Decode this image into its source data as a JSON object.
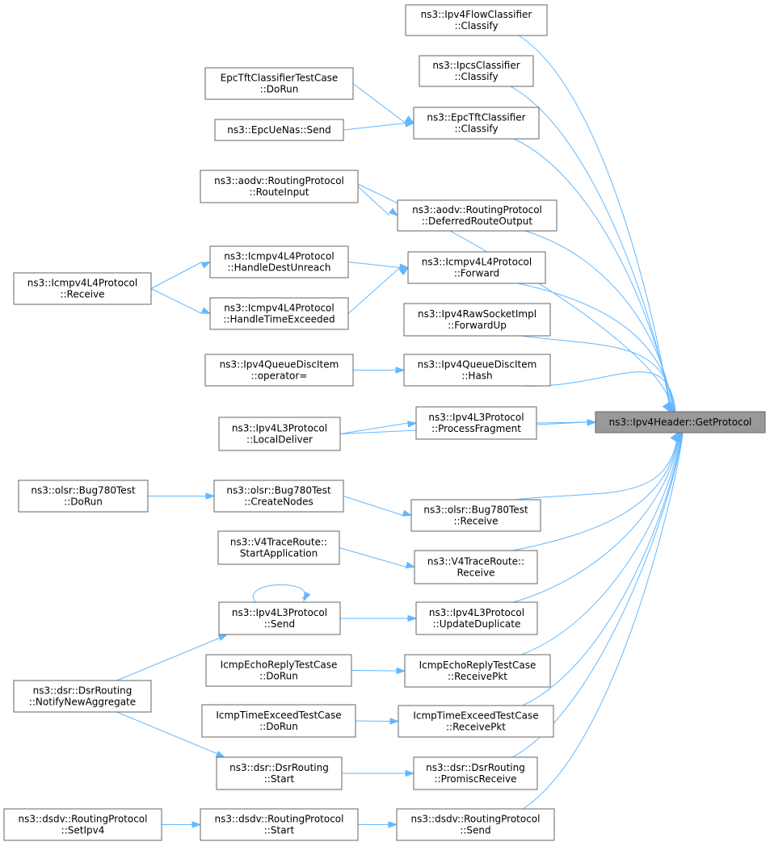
{
  "colors": {
    "edge": "#63b8ff",
    "root_fill": "#999999",
    "node_border": "#666666",
    "node_fill": "#ffffff"
  },
  "root": {
    "id": "getProtocol",
    "lines": [
      "ns3::Ipv4Header::GetProtocol"
    ]
  },
  "nodes": [
    {
      "id": "ipv4FlowClassify",
      "lines": [
        "ns3::Ipv4FlowClassifier",
        "::Classify"
      ]
    },
    {
      "id": "ipcsClassify",
      "lines": [
        "ns3::IpcsClassifier",
        "::Classify"
      ]
    },
    {
      "id": "epcTftTestDoRun",
      "lines": [
        "EpcTftClassifierTestCase",
        "::DoRun"
      ]
    },
    {
      "id": "epcUeNasSend",
      "lines": [
        "ns3::EpcUeNas::Send"
      ]
    },
    {
      "id": "epcTftClassify",
      "lines": [
        "ns3::EpcTftClassifier",
        "::Classify"
      ]
    },
    {
      "id": "aodvRouteInput",
      "lines": [
        "ns3::aodv::RoutingProtocol",
        "::RouteInput"
      ]
    },
    {
      "id": "aodvDeferred",
      "lines": [
        "ns3::aodv::RoutingProtocol",
        "::DeferredRouteOutput"
      ]
    },
    {
      "id": "icmpReceive",
      "lines": [
        "ns3::Icmpv4L4Protocol",
        "::Receive"
      ]
    },
    {
      "id": "icmpDestUnreach",
      "lines": [
        "ns3::Icmpv4L4Protocol",
        "::HandleDestUnreach"
      ]
    },
    {
      "id": "icmpForward",
      "lines": [
        "ns3::Icmpv4L4Protocol",
        "::Forward"
      ]
    },
    {
      "id": "icmpTimeExceeded",
      "lines": [
        "ns3::Icmpv4L4Protocol",
        "::HandleTimeExceeded"
      ]
    },
    {
      "id": "rawSocketForwardUp",
      "lines": [
        "ns3::Ipv4RawSocketImpl",
        "::ForwardUp"
      ]
    },
    {
      "id": "queueItemOperator",
      "lines": [
        "ns3::Ipv4QueueDiscItem",
        "::operator="
      ]
    },
    {
      "id": "queueItemHash",
      "lines": [
        "ns3::Ipv4QueueDiscItem",
        "::Hash"
      ]
    },
    {
      "id": "l3LocalDeliver",
      "lines": [
        "ns3::Ipv4L3Protocol",
        "::LocalDeliver"
      ]
    },
    {
      "id": "l3ProcessFragment",
      "lines": [
        "ns3::Ipv4L3Protocol",
        "::ProcessFragment"
      ]
    },
    {
      "id": "olsrBugDoRun",
      "lines": [
        "ns3::olsr::Bug780Test",
        "::DoRun"
      ]
    },
    {
      "id": "olsrBugCreateNodes",
      "lines": [
        "ns3::olsr::Bug780Test",
        "::CreateNodes"
      ]
    },
    {
      "id": "olsrBugReceive",
      "lines": [
        "ns3::olsr::Bug780Test",
        "::Receive"
      ]
    },
    {
      "id": "v4StartApp",
      "lines": [
        "ns3::V4TraceRoute::",
        "StartApplication"
      ]
    },
    {
      "id": "v4Receive",
      "lines": [
        "ns3::V4TraceRoute::",
        "Receive"
      ]
    },
    {
      "id": "l3Send",
      "lines": [
        "ns3::Ipv4L3Protocol",
        "::Send"
      ]
    },
    {
      "id": "l3UpdateDuplicate",
      "lines": [
        "ns3::Ipv4L3Protocol",
        "::UpdateDuplicate"
      ]
    },
    {
      "id": "echoReplyDoRun",
      "lines": [
        "IcmpEchoReplyTestCase",
        "::DoRun"
      ]
    },
    {
      "id": "echoReplyReceivePkt",
      "lines": [
        "IcmpEchoReplyTestCase",
        "::ReceivePkt"
      ]
    },
    {
      "id": "dsrNotifyNewAggregate",
      "lines": [
        "ns3::dsr::DsrRouting",
        "::NotifyNewAggregate"
      ]
    },
    {
      "id": "timeExceedDoRun",
      "lines": [
        "IcmpTimeExceedTestCase",
        "::DoRun"
      ]
    },
    {
      "id": "timeExceedReceivePkt",
      "lines": [
        "IcmpTimeExceedTestCase",
        "::ReceivePkt"
      ]
    },
    {
      "id": "dsrStart",
      "lines": [
        "ns3::dsr::DsrRouting",
        "::Start"
      ]
    },
    {
      "id": "dsrPromiscReceive",
      "lines": [
        "ns3::dsr::DsrRouting",
        "::PromiscReceive"
      ]
    },
    {
      "id": "dsdvSetIpv4",
      "lines": [
        "ns3::dsdv::RoutingProtocol",
        "::SetIpv4"
      ]
    },
    {
      "id": "dsdvStart",
      "lines": [
        "ns3::dsdv::RoutingProtocol",
        "::Start"
      ]
    },
    {
      "id": "dsdvSend",
      "lines": [
        "ns3::dsdv::RoutingProtocol",
        "::Send"
      ]
    }
  ],
  "edges": [
    [
      "ipv4FlowClassify",
      "getProtocol"
    ],
    [
      "ipcsClassify",
      "getProtocol"
    ],
    [
      "epcTftClassify",
      "getProtocol"
    ],
    [
      "aodvRouteInput",
      "getProtocol"
    ],
    [
      "aodvDeferred",
      "getProtocol"
    ],
    [
      "icmpForward",
      "getProtocol"
    ],
    [
      "rawSocketForwardUp",
      "getProtocol"
    ],
    [
      "queueItemHash",
      "getProtocol"
    ],
    [
      "l3ProcessFragment",
      "getProtocol"
    ],
    [
      "l3LocalDeliver",
      "getProtocol"
    ],
    [
      "olsrBugReceive",
      "getProtocol"
    ],
    [
      "v4Receive",
      "getProtocol"
    ],
    [
      "l3UpdateDuplicate",
      "getProtocol"
    ],
    [
      "echoReplyReceivePkt",
      "getProtocol"
    ],
    [
      "timeExceedReceivePkt",
      "getProtocol"
    ],
    [
      "dsrPromiscReceive",
      "getProtocol"
    ],
    [
      "dsdvSend",
      "getProtocol"
    ],
    [
      "epcTftTestDoRun",
      "epcTftClassify"
    ],
    [
      "epcUeNasSend",
      "epcTftClassify"
    ],
    [
      "aodvRouteInput",
      "aodvDeferred"
    ],
    [
      "icmpReceive",
      "icmpDestUnreach"
    ],
    [
      "icmpReceive",
      "icmpTimeExceeded"
    ],
    [
      "icmpDestUnreach",
      "icmpForward"
    ],
    [
      "icmpTimeExceeded",
      "icmpForward"
    ],
    [
      "queueItemOperator",
      "queueItemHash"
    ],
    [
      "l3LocalDeliver",
      "l3ProcessFragment"
    ],
    [
      "olsrBugDoRun",
      "olsrBugCreateNodes"
    ],
    [
      "olsrBugCreateNodes",
      "olsrBugReceive"
    ],
    [
      "v4StartApp",
      "v4Receive"
    ],
    [
      "l3Send",
      "l3Send"
    ],
    [
      "l3Send",
      "l3UpdateDuplicate"
    ],
    [
      "dsrNotifyNewAggregate",
      "l3Send"
    ],
    [
      "dsrNotifyNewAggregate",
      "dsrStart"
    ],
    [
      "echoReplyDoRun",
      "echoReplyReceivePkt"
    ],
    [
      "timeExceedDoRun",
      "timeExceedReceivePkt"
    ],
    [
      "dsrStart",
      "dsrPromiscReceive"
    ],
    [
      "dsdvSetIpv4",
      "dsdvStart"
    ],
    [
      "dsdvStart",
      "dsdvSend"
    ]
  ]
}
